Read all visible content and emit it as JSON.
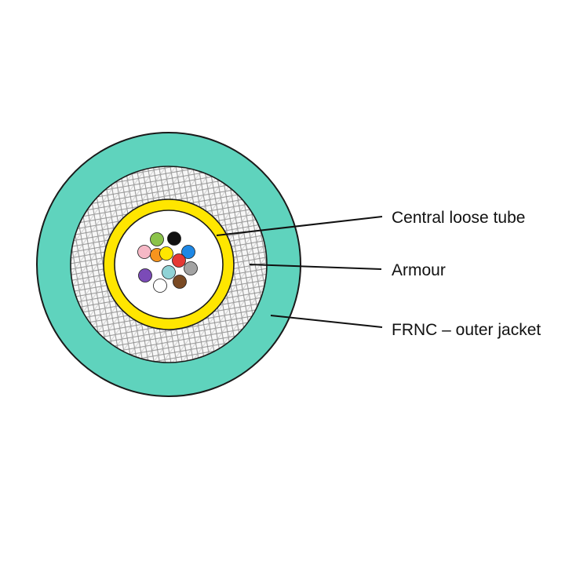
{
  "labels": {
    "tube": "Central loose tube",
    "armour": "Armour",
    "jacket": "FRNC – outer jacket"
  },
  "colors": {
    "jacket": "#5fd3bd",
    "armour_background": "#f7f7f7",
    "armour_mesh": "#8a8a8a",
    "tube": "#ffe600",
    "fibre_space": "#ffffff",
    "outline": "#1a1a1a"
  },
  "fibres": [
    {
      "name": "green",
      "color": "#8bc34a"
    },
    {
      "name": "black",
      "color": "#111111"
    },
    {
      "name": "pink",
      "color": "#f6b8c6"
    },
    {
      "name": "orange",
      "color": "#f7941d"
    },
    {
      "name": "yellow",
      "color": "#ffe600"
    },
    {
      "name": "blue",
      "color": "#1e88e5"
    },
    {
      "name": "red",
      "color": "#e53935"
    },
    {
      "name": "violet",
      "color": "#7b4bb7"
    },
    {
      "name": "aqua",
      "color": "#8fd3d6"
    },
    {
      "name": "grey",
      "color": "#a3a3a3"
    },
    {
      "name": "white",
      "color": "#ffffff"
    },
    {
      "name": "brown",
      "color": "#7a4a24"
    }
  ]
}
